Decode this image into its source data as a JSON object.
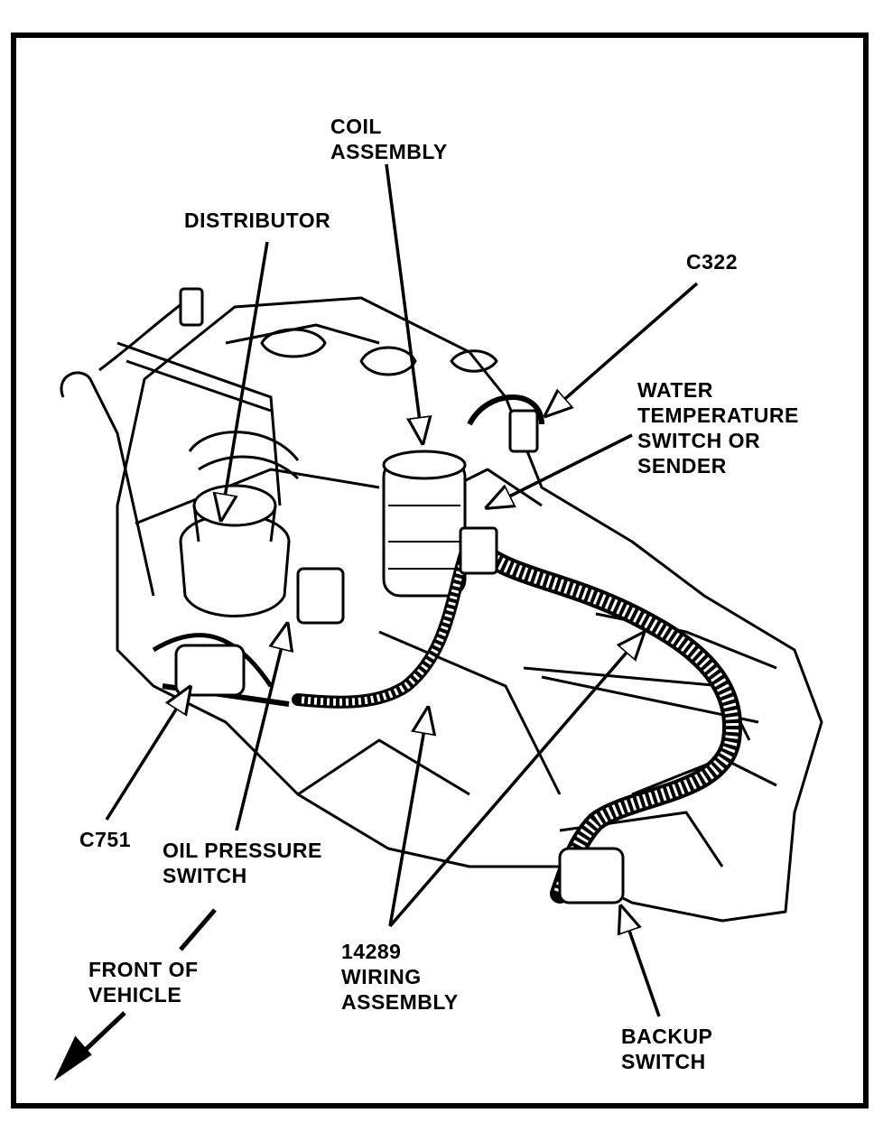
{
  "labels": {
    "coil_assembly": [
      "COIL",
      "ASSEMBLY"
    ],
    "distributor": [
      "DISTRIBUTOR"
    ],
    "c322": [
      "C322"
    ],
    "water_temperature": [
      "WATER",
      "TEMPERATURE",
      "SWITCH OR",
      "SENDER"
    ],
    "c751": [
      "C751"
    ],
    "oil_pressure": [
      "OIL PRESSURE",
      "SWITCH"
    ],
    "front_of_vehicle": [
      "FRONT OF",
      "VEHICLE"
    ],
    "wiring_assembly": [
      "14289",
      "WIRING",
      "ASSEMBLY"
    ],
    "backup_switch": [
      "BACKUP",
      "SWITCH"
    ]
  },
  "colors": {
    "ink": "#000000",
    "paper": "#ffffff"
  }
}
